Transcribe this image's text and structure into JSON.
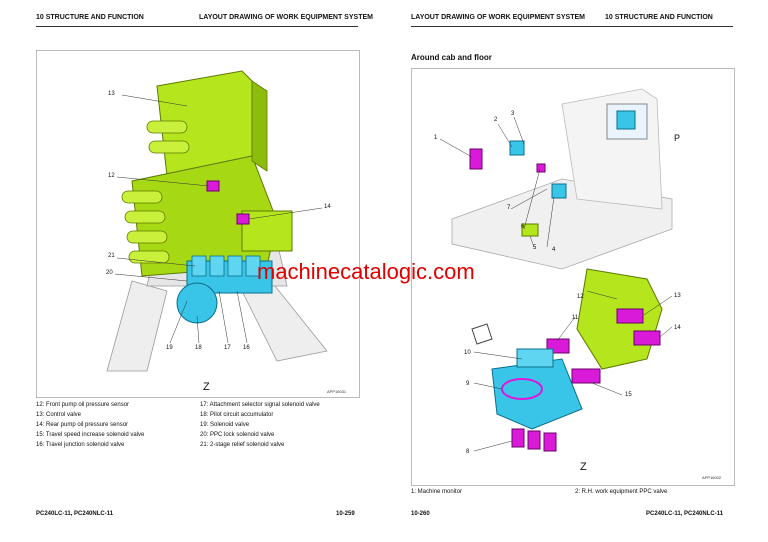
{
  "left_page": {
    "header_left": "10 STRUCTURE AND FUNCTION",
    "header_right": "LAYOUT DRAWING OF WORK EQUIPMENT SYSTEM",
    "figure": {
      "view_label": "Z",
      "code": "APP15031",
      "callouts": [
        "13",
        "12",
        "14",
        "21",
        "20",
        "19",
        "18",
        "17",
        "16"
      ]
    },
    "legend_left": [
      "12: Front pump oil pressure sensor",
      "13: Control valve",
      "14: Rear pump oil pressure sensor",
      "15: Travel speed increase solenoid valve",
      "16: Travel junction solenoid valve"
    ],
    "legend_right": [
      "17: Attachment selector signal solenoid valve",
      "18: Pilot circuit accumulator",
      "19: Solenoid valve",
      "20: PPC lock solenoid valve",
      "21: 2-stage relief solenoid valve"
    ],
    "footer_model": "PC240LC-11, PC240NLC-11",
    "footer_page": "10-259"
  },
  "right_page": {
    "header_left": "LAYOUT DRAWING OF WORK EQUIPMENT SYSTEM",
    "header_right": "10 STRUCTURE AND FUNCTION",
    "section_title": "Around cab and floor",
    "figure": {
      "top_callouts": [
        "1",
        "2",
        "3",
        "4",
        "5",
        "6",
        "7",
        "P"
      ],
      "bottom_callouts": [
        "12",
        "13",
        "14",
        "11",
        "10",
        "9",
        "8",
        "15"
      ],
      "view_label": "Z",
      "code": "APP16002"
    },
    "legend": [
      "1: Machine monitor",
      "2: R.H. work equipment PPC valve"
    ],
    "footer_page": "10-260",
    "footer_model": "PC240LC-11, PC240NLC-11"
  },
  "watermark": "machinecatalogic.com",
  "colors": {
    "valve_green": "#b5e61d",
    "solenoid_magenta": "#d91ad9",
    "accumulator_cyan": "#39c5e8",
    "watermark_red": "#e00000"
  }
}
